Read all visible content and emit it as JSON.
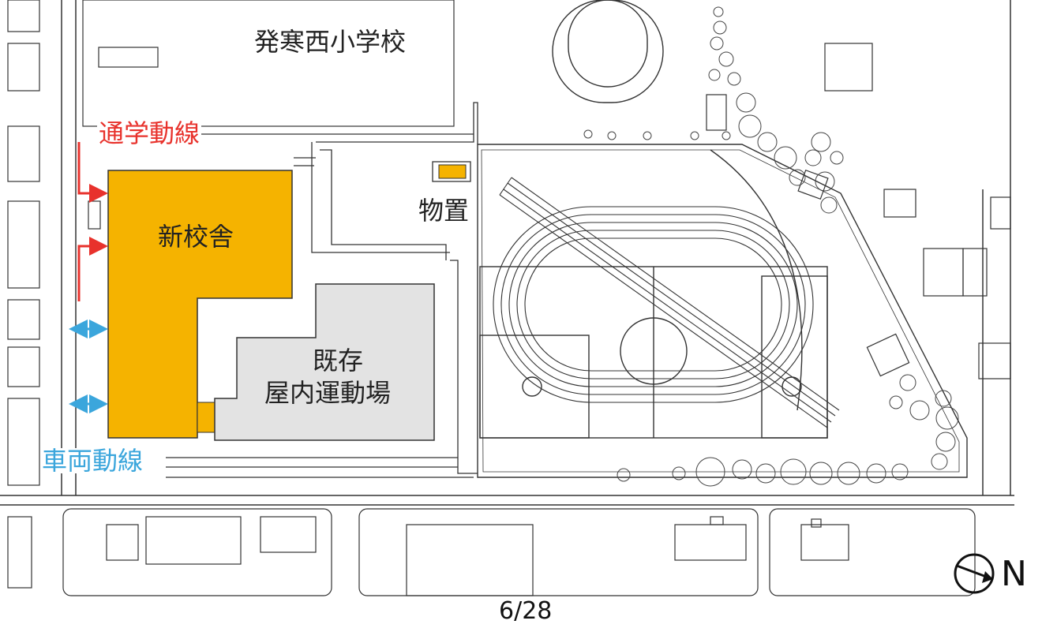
{
  "labels": {
    "school": "発寒西小学校",
    "new_building": "新校舎",
    "existing_gym_line1": "既存",
    "existing_gym_line2": "屋内運動場",
    "storage": "物置",
    "school_route": "通学動線",
    "vehicle_route": "車両動線"
  },
  "compass": {
    "label": "N",
    "icon": "north-arrow-icon"
  },
  "page_number": "6/28",
  "colors": {
    "new_building": "#f5b300",
    "existing_building": "#e3e3e3",
    "school_route_arrow": "#e8322c",
    "vehicle_route_arrow": "#3ba6dc",
    "linework": "#333333"
  }
}
